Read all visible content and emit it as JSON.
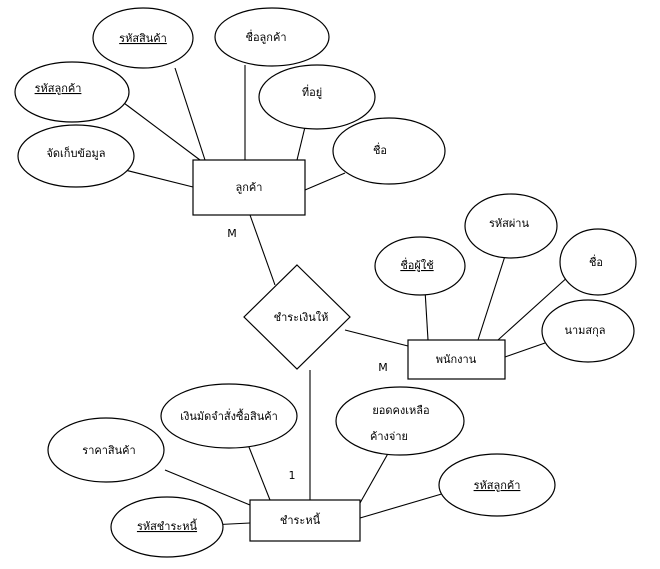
{
  "entities": {
    "customer": "ลูกค้า",
    "employee": "พนักงาน",
    "debt": "ชำระหนี้"
  },
  "relationship": {
    "pay": "ชำระเงินให้"
  },
  "cardinality": {
    "customer_side": "M",
    "employee_side": "M",
    "debt_side": "1"
  },
  "customer_attrs": {
    "product_id": "รหัสสินค้า",
    "customer_name": "ชื่อลูกค้า",
    "customer_id": "รหัสลูกค้า",
    "address": "ที่อยู่",
    "collect_info": "จัดเก็บข้อมูล",
    "name": "ชื่อ"
  },
  "employee_attrs": {
    "password": "รหัสผ่าน",
    "username": "ชื่อผู้ใช้",
    "name": "ชื่อ",
    "surname": "นามสกุล"
  },
  "debt_attrs": {
    "deposit": "เงินมัดจำสั่งซื้อสินค้า",
    "balance_line1": "ยอดคงเหลือ",
    "balance_line2": "ค้างจ่าย",
    "price": "ราคาสินค้า",
    "customer_id": "รหัสลูกค้า",
    "debt_id": "รหัสชำระหนี้"
  }
}
